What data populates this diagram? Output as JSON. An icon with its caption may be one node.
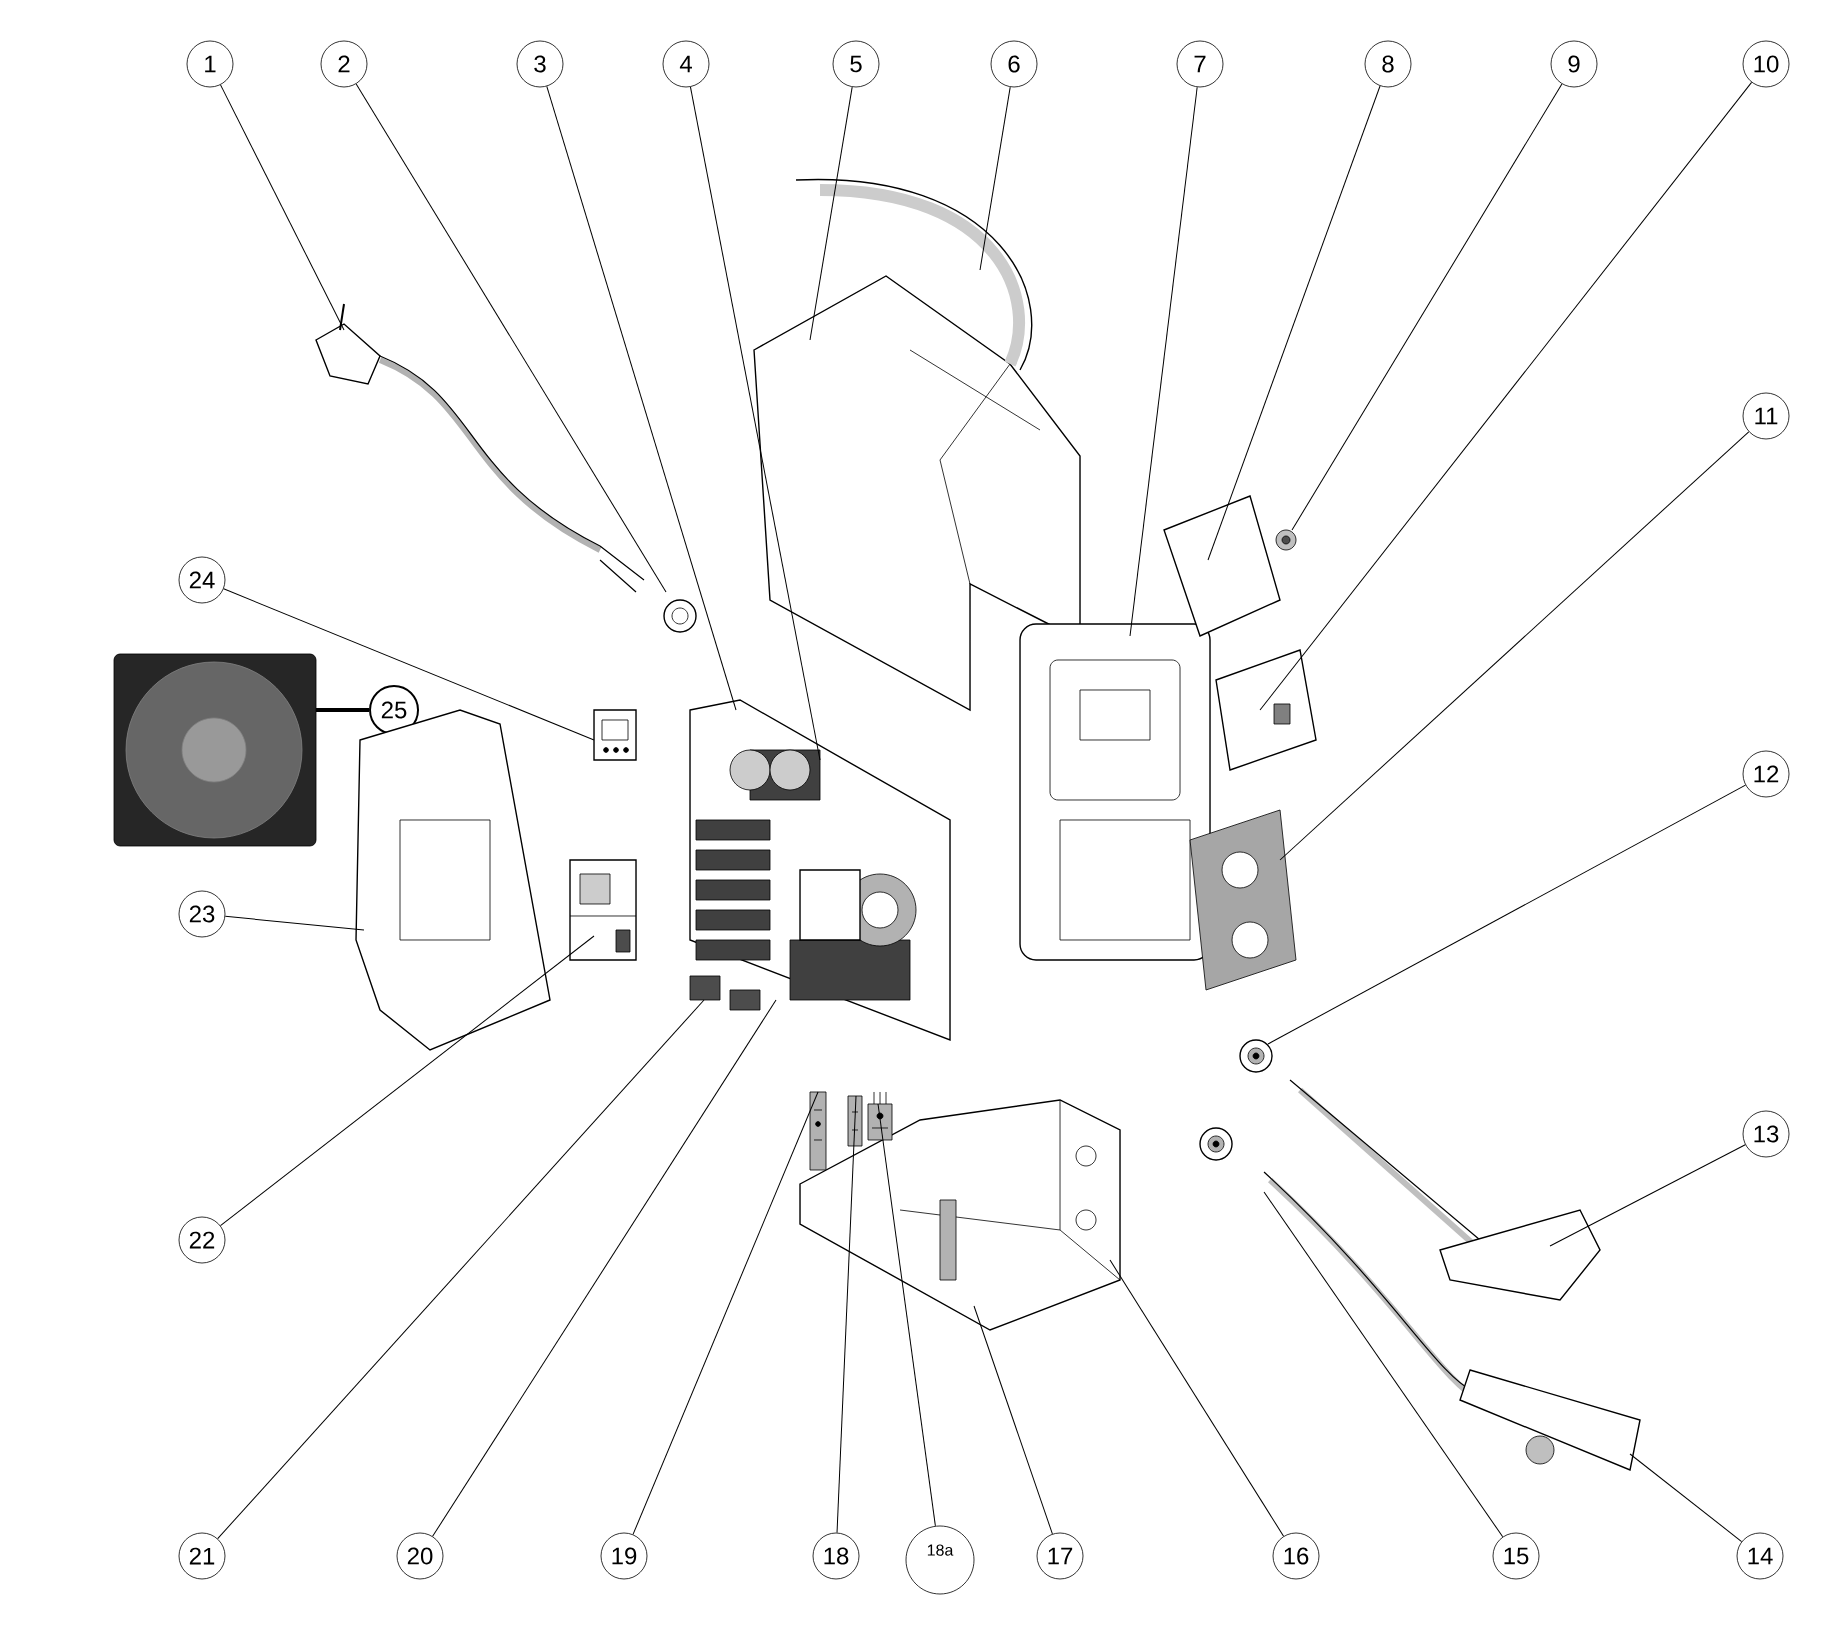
{
  "diagram": {
    "nodes": [
      {
        "text": [
          "1"
        ]
      },
      {
        "text": [
          "2"
        ]
      },
      {
        "text": [
          "3"
        ]
      },
      {
        "text": [
          "4"
        ]
      },
      {
        "text": [
          "5"
        ]
      },
      {
        "text": [
          "6"
        ]
      },
      {
        "text": [
          "7"
        ]
      },
      {
        "text": [
          "8"
        ]
      },
      {
        "text": [
          "9"
        ]
      },
      {
        "text": [
          "10"
        ]
      },
      {
        "text": [
          "11"
        ]
      },
      {
        "text": [
          "12"
        ]
      },
      {
        "text": [
          "13"
        ]
      },
      {
        "text": [
          "14"
        ]
      },
      {
        "text": [
          "15"
        ]
      },
      {
        "text": [
          "16"
        ]
      },
      {
        "text": [
          "17"
        ]
      },
      {
        "text": [
          "18"
        ]
      },
      {
        "text": [
          "18a"
        ]
      },
      {
        "text": [
          "19"
        ]
      },
      {
        "text": [
          "20"
        ]
      },
      {
        "text": [
          "21"
        ]
      },
      {
        "text": [
          "22"
        ]
      },
      {
        "text": [
          "23"
        ]
      },
      {
        "text": [
          "24"
        ]
      },
      {
        "text": [
          "25"
        ]
      },
      {
        "text": [],
        "shape": "picture"
      },
      {
        "text": [],
        "shape": "picture"
      },
      {
        "text": [],
        "shape": "picture"
      },
      {
        "text": [],
        "shape": "picture"
      },
      {
        "text": [],
        "shape": "picture"
      },
      {
        "text": [],
        "shape": "picture"
      },
      {
        "text": [],
        "shape": "picture"
      },
      {
        "text": [],
        "shape": "picture"
      },
      {
        "text": [],
        "shape": "picture"
      },
      {
        "text": [],
        "shape": "picture"
      },
      {
        "text": [],
        "shape": "picture"
      },
      {
        "text": [],
        "shape": "picture"
      },
      {
        "text": [],
        "shape": "picture"
      },
      {
        "text": [],
        "shape": "picture"
      },
      {
        "text": [],
        "shape": "picture"
      },
      {
        "text": [],
        "shape": "picture"
      },
      {
        "text": [],
        "shape": "picture"
      },
      {
        "text": [],
        "shape": "picture"
      },
      {
        "text": [],
        "shape": "picture"
      },
      {
        "text": [],
        "shape": "picture"
      },
      {
        "text": [],
        "shape": "picture"
      },
      {
        "text": [],
        "shape": "picture"
      },
      {
        "text": [],
        "shape": "picture"
      }
    ],
    "edges": [
      {
        "from": 0,
        "to": 26,
        "arrow": "none"
      },
      {
        "from": 1,
        "to": 27,
        "arrow": "none"
      },
      {
        "from": 2,
        "to": 28,
        "arrow": "none"
      },
      {
        "from": 3,
        "to": 28,
        "arrow": "none"
      },
      {
        "from": 4,
        "to": 29,
        "arrow": "none"
      },
      {
        "from": 5,
        "to": 30,
        "arrow": "none"
      },
      {
        "from": 6,
        "to": 31,
        "arrow": "none"
      },
      {
        "from": 7,
        "to": 32,
        "arrow": "none"
      },
      {
        "from": 8,
        "to": 33,
        "arrow": "none"
      },
      {
        "from": 9,
        "to": 34,
        "arrow": "none"
      },
      {
        "from": 10,
        "to": 35,
        "arrow": "none"
      },
      {
        "from": 11,
        "to": 36,
        "arrow": "none"
      },
      {
        "from": 12,
        "to": 37,
        "arrow": "none"
      },
      {
        "from": 13,
        "to": 38,
        "arrow": "none"
      },
      {
        "from": 14,
        "to": 38,
        "arrow": "none"
      },
      {
        "from": 15,
        "to": 40,
        "arrow": "none"
      },
      {
        "from": 16,
        "to": 40,
        "arrow": "none"
      },
      {
        "from": 17,
        "to": 42,
        "arrow": "none"
      },
      {
        "from": 18,
        "to": 43,
        "arrow": "none"
      },
      {
        "from": 19,
        "to": 41,
        "arrow": "none"
      },
      {
        "from": 20,
        "to": 28,
        "arrow": "none"
      },
      {
        "from": 21,
        "to": 44,
        "arrow": "none"
      },
      {
        "from": 22,
        "to": 45,
        "arrow": "none"
      },
      {
        "from": 23,
        "to": 46,
        "arrow": "none"
      },
      {
        "from": 24,
        "to": 47,
        "arrow": "none"
      },
      {
        "from": 25,
        "to": 48,
        "arrow": "none",
        "style": "thick"
      }
    ]
  }
}
